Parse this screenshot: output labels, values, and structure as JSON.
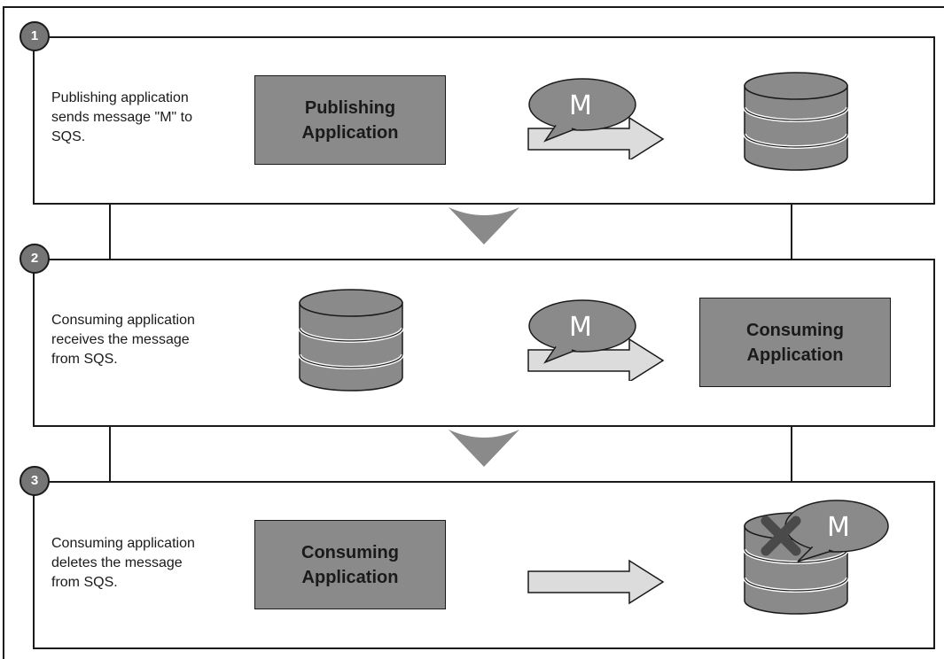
{
  "colors": {
    "box_fill": "#8a8a8a",
    "db_fill": "#8a8a8a",
    "bubble_fill": "#8a8a8a",
    "arrow_fill": "#dcdcdc",
    "outline": "#1a1a1a",
    "down_arrow": "#8a8a8a"
  },
  "steps": [
    {
      "number": "1",
      "description": "Publishing application\nsends message \"M\" to\nSQS.",
      "app_label": "Publishing\nApplication",
      "message": "M"
    },
    {
      "number": "2",
      "description": "Consuming application\nreceives the message\nfrom SQS.",
      "app_label": "Consuming\nApplication",
      "message": "M"
    },
    {
      "number": "3",
      "description": "Consuming application\ndeletes the message\nfrom SQS.",
      "app_label": "Consuming\nApplication",
      "message": "M"
    }
  ]
}
